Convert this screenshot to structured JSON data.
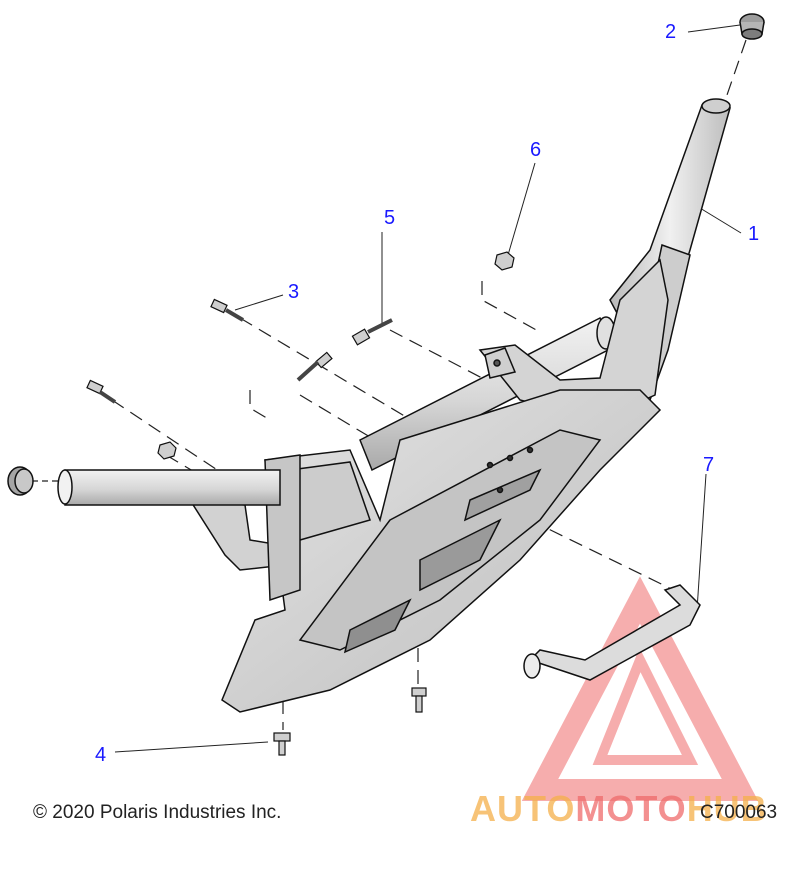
{
  "callouts": [
    {
      "id": "1",
      "label": "1"
    },
    {
      "id": "2",
      "label": "2"
    },
    {
      "id": "3",
      "label": "3"
    },
    {
      "id": "4",
      "label": "4"
    },
    {
      "id": "5",
      "label": "5"
    },
    {
      "id": "6",
      "label": "6"
    },
    {
      "id": "7",
      "label": "7"
    }
  ],
  "footer": {
    "copyright": "© 2020 Polaris Industries Inc.",
    "drawing_id": "C700063"
  },
  "watermark": {
    "part_a": "AUTO",
    "part_b": "MOTO",
    "part_c": "HUB"
  },
  "colors": {
    "callout": "#1a1aff",
    "line": "#111111",
    "part_fill": "#d8d8d8",
    "watermark_red": "#ef6b6b",
    "watermark_orange": "#f5b04a"
  }
}
